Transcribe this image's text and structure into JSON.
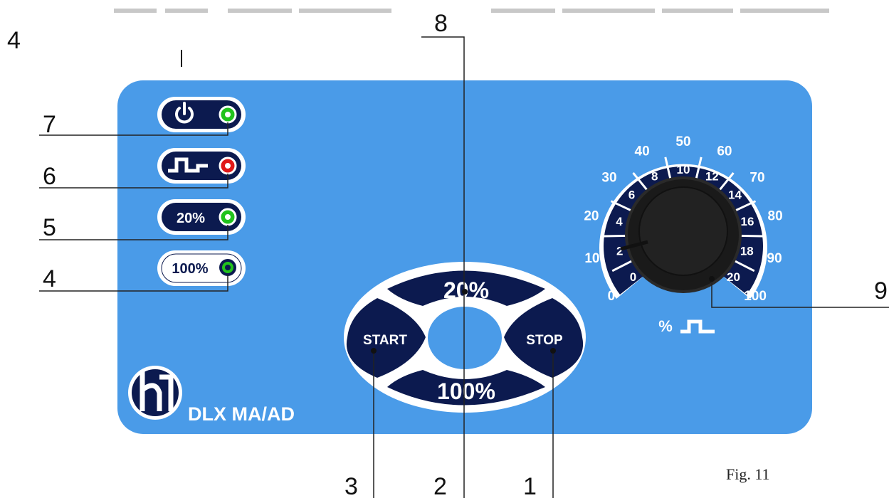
{
  "callouts": {
    "top_left": "4",
    "c7": "7",
    "c6": "6",
    "c5": "5",
    "c4": "4",
    "c8": "8",
    "c9": "9",
    "c3": "3",
    "c2": "2",
    "c1": "1"
  },
  "panel": {
    "color": "#4a9be8",
    "dark": "#0c1a4f",
    "brand": "DLX MA/AD"
  },
  "leds": [
    {
      "symbol": "power-icon",
      "color": "#22c31c"
    },
    {
      "symbol": "pulse-icon",
      "color": "#e01818"
    },
    {
      "label": "20%",
      "color": "#22c31c"
    },
    {
      "label": "100%",
      "color": "#22c31c"
    }
  ],
  "buttons": {
    "top": "20%",
    "bottom": "100%",
    "left": "START",
    "right": "STOP"
  },
  "dial": {
    "outer_scale": [
      "0",
      "10",
      "20",
      "30",
      "40",
      "50",
      "60",
      "70",
      "80",
      "90",
      "100"
    ],
    "inner_scale": [
      "0",
      "2",
      "4",
      "6",
      "8",
      "10",
      "12",
      "14",
      "16",
      "18",
      "20"
    ],
    "unit": "%"
  },
  "figure_label": "Fig. 11"
}
